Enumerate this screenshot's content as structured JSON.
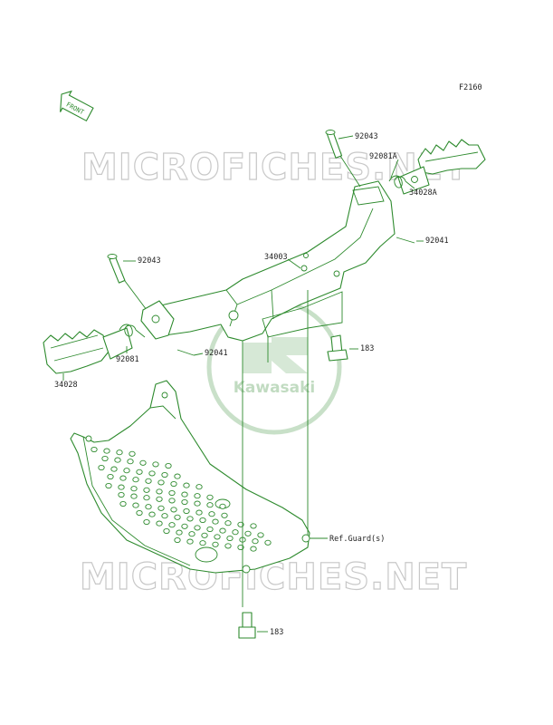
{
  "figure_code": "F2160",
  "front_badge": "FRONT",
  "watermark": "MICROFICHES.NET",
  "logo_text": "Kawasaki",
  "colors": {
    "line": "#2d8a2d",
    "label": "#1f1f1f",
    "watermark": "#c8c8c8",
    "logo": "#9cc79c"
  },
  "callouts": {
    "pin_right": "92043",
    "spring_right": "92081A",
    "footpeg_right": "34028A",
    "cotter_right": "92041",
    "bracket": "34003",
    "bolt_upper": "183",
    "pin_left": "92043",
    "spring_left": "92081",
    "cotter_left": "92041",
    "footpeg_left": "34028",
    "guard_ref": "Ref.Guard(s)",
    "bolt_lower": "183"
  }
}
